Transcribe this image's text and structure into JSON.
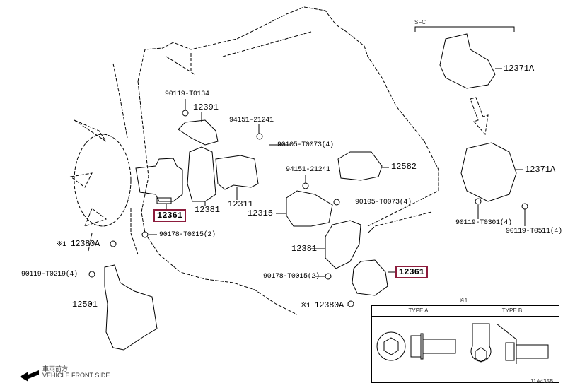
{
  "diagram": {
    "type": "parts-exploded-view",
    "subject": "Engine mounting",
    "highlight_color": "#8c1c3c",
    "parts": [
      {
        "id": "p1",
        "label": "90119-T0134"
      },
      {
        "id": "p2",
        "label": "12391"
      },
      {
        "id": "p3",
        "label": "94151-21241"
      },
      {
        "id": "p4",
        "label": "90105-T0073(4)"
      },
      {
        "id": "p5",
        "label": "94151-21241"
      },
      {
        "id": "p6",
        "label": "12582"
      },
      {
        "id": "p7",
        "label": "90105-T0073(4)"
      },
      {
        "id": "p8",
        "label": "12361",
        "highlighted": true
      },
      {
        "id": "p9",
        "label": "12381"
      },
      {
        "id": "p10",
        "label": "12311"
      },
      {
        "id": "p11",
        "label": "12315"
      },
      {
        "id": "p12",
        "label": "90178-T0015(2)"
      },
      {
        "id": "p13",
        "label": "12380A",
        "prefix": "※1"
      },
      {
        "id": "p14",
        "label": "90119-T0219(4)"
      },
      {
        "id": "p15",
        "label": "12501"
      },
      {
        "id": "p16",
        "label": "12381"
      },
      {
        "id": "p17",
        "label": "90178-T0015(2)"
      },
      {
        "id": "p18",
        "label": "12361",
        "highlighted": true
      },
      {
        "id": "p19",
        "label": "12380A",
        "prefix": "※1"
      },
      {
        "id": "p20",
        "label": "12371A"
      },
      {
        "id": "p21",
        "label": "12371A"
      },
      {
        "id": "p22",
        "label": "90119-T0301(4)"
      },
      {
        "id": "p23",
        "label": "90119-T0511(4)"
      }
    ],
    "sfc_label": "SFC",
    "note_table": {
      "title": "※1",
      "columns": [
        "TYPE A",
        "TYPE B"
      ]
    },
    "direction": {
      "label_jp": "車両前方",
      "label_en": "VEHICLE FRONT SIDE"
    },
    "figure_code": "11A435B"
  }
}
